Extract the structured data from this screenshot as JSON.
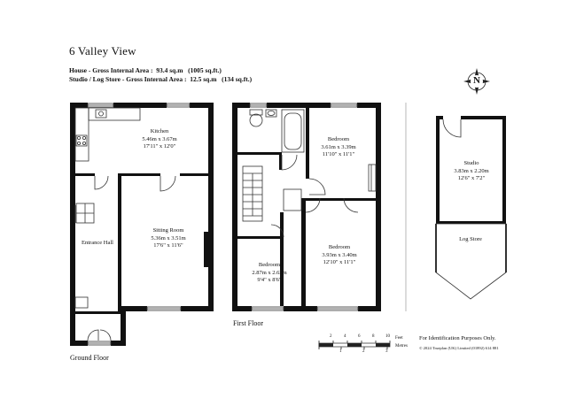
{
  "title": "6 Valley View",
  "areas": [
    {
      "label": "House - Gross Internal Area",
      "metric": "93.4 sq.m",
      "imperial": "(1005 sq.ft.)"
    },
    {
      "label": "Studio / Log Store - Gross Internal Area",
      "metric": "12.5 sq.m",
      "imperial": "(134 sq.ft.)"
    }
  ],
  "floors": {
    "ground": "Ground Floor",
    "first": "First Floor"
  },
  "rooms": {
    "kitchen": {
      "name": "Kitchen",
      "metric": "5.46m x 3.67m",
      "imperial": "17'11\" x 12'0\""
    },
    "sitting": {
      "name": "Sitting Room",
      "metric": "5.36m x 3.51m",
      "imperial": "17'6\" x 11'6\""
    },
    "hall": {
      "name": "Entrance Hall"
    },
    "bedroom1": {
      "name": "Bedroom",
      "metric": "3.61m x 3.39m",
      "imperial": "11'10\" x 11'1\""
    },
    "bedroom2": {
      "name": "Bedroom",
      "metric": "3.93m x 3.40m",
      "imperial": "12'10\" x 11'1\""
    },
    "bedroom3": {
      "name": "Bedroom",
      "metric": "2.87m x 2.62m",
      "imperial": "9'4\" x 8'6\""
    },
    "studio": {
      "name": "Studio",
      "metric": "3.83m x 2.20m",
      "imperial": "12'6\" x 7'2\""
    },
    "logstore": {
      "name": "Log Store"
    }
  },
  "compass": {
    "letter": "N"
  },
  "scale": {
    "feet_ticks": [
      "2",
      "4",
      "6",
      "8",
      "10"
    ],
    "metre_ticks": [
      "1",
      "2",
      "3"
    ],
    "feet_label": "Feet",
    "metres_label": "Metres"
  },
  "footer": {
    "note": "For Identification Purposes Only.",
    "copyright": "© 2024 Trueplan (UK) Limited (01892) 614 881"
  },
  "colors": {
    "wall": "#111111",
    "line": "#333333",
    "bg": "#ffffff"
  }
}
